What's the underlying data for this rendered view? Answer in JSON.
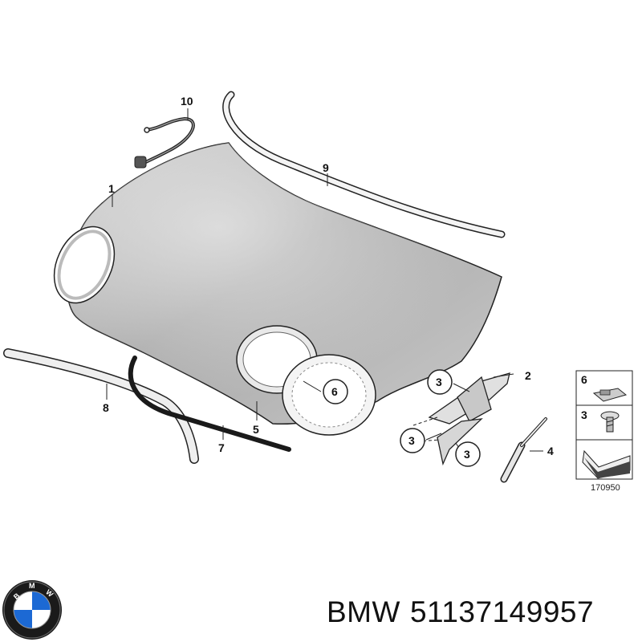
{
  "diagram": {
    "callouts": {
      "c1": "1",
      "c2": "2",
      "c3a": "3",
      "c3b": "3",
      "c3c": "3",
      "c4": "4",
      "c5": "5",
      "c6": "6",
      "c7": "7",
      "c8": "8",
      "c9": "9",
      "c10": "10"
    },
    "legend": {
      "item1_number": "6",
      "item2_number": "3",
      "code": "170950"
    }
  },
  "footer": {
    "brand": "BMW",
    "part_number": "51137149957",
    "logo_text": "BMW"
  },
  "colors": {
    "hood_light": "#d9d9d9",
    "hood_dark": "#9a9a9a",
    "line": "#222222",
    "logo_blue": "#1c69d4"
  }
}
